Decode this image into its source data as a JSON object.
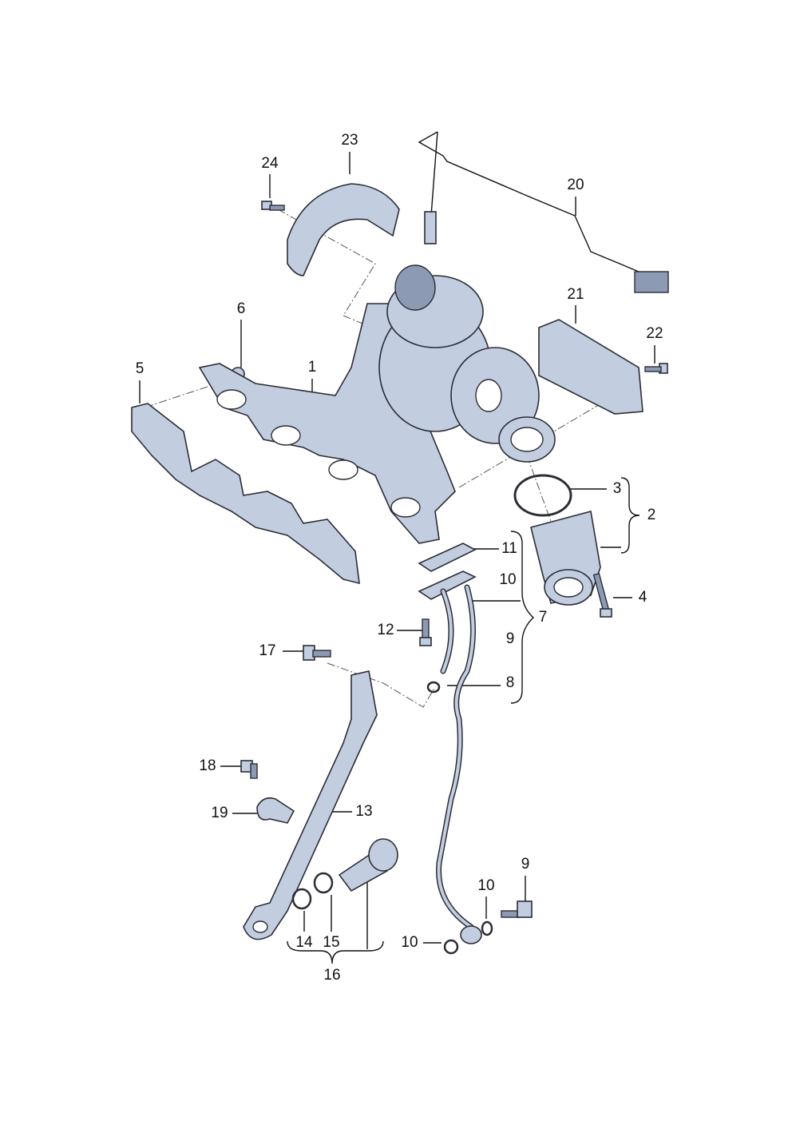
{
  "callouts": [
    {
      "id": "c23",
      "text": "23"
    },
    {
      "id": "c24",
      "text": "24"
    },
    {
      "id": "c20",
      "text": "20"
    },
    {
      "id": "c21",
      "text": "21"
    },
    {
      "id": "c22",
      "text": "22"
    },
    {
      "id": "c6",
      "text": "6"
    },
    {
      "id": "c5",
      "text": "5"
    },
    {
      "id": "c1",
      "text": "1"
    },
    {
      "id": "c3",
      "text": "3"
    },
    {
      "id": "c2",
      "text": "2"
    },
    {
      "id": "c11",
      "text": "11"
    },
    {
      "id": "c10a",
      "text": "10"
    },
    {
      "id": "c4",
      "text": "4"
    },
    {
      "id": "c7",
      "text": "7"
    },
    {
      "id": "c12",
      "text": "12"
    },
    {
      "id": "c9a",
      "text": "9"
    },
    {
      "id": "c17",
      "text": "17"
    },
    {
      "id": "c8",
      "text": "8"
    },
    {
      "id": "c18",
      "text": "18"
    },
    {
      "id": "c13",
      "text": "13"
    },
    {
      "id": "c19",
      "text": "19"
    },
    {
      "id": "c9b",
      "text": "9"
    },
    {
      "id": "c10b",
      "text": "10"
    },
    {
      "id": "c10c",
      "text": "10"
    },
    {
      "id": "c14",
      "text": "14"
    },
    {
      "id": "c15",
      "text": "15"
    },
    {
      "id": "c16",
      "text": "16"
    }
  ]
}
